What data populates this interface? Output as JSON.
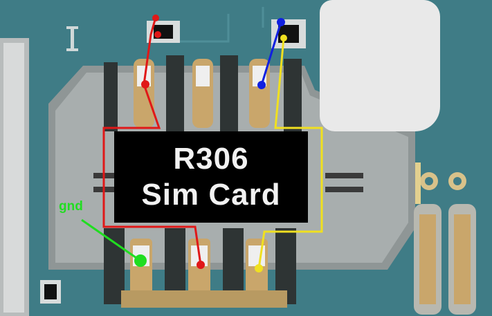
{
  "labels": {
    "component": "R306",
    "name": "Sim Card",
    "gnd": "gnd"
  },
  "colors": {
    "board": "#3f7c86",
    "red_trace": "#e01818",
    "blue_trace": "#1020e0",
    "yellow_trace": "#f0e020",
    "green_trace": "#20dd20",
    "label_bg": "#000000",
    "label_text": "#f2f2f2",
    "contact_gold": "#c9a66b"
  }
}
